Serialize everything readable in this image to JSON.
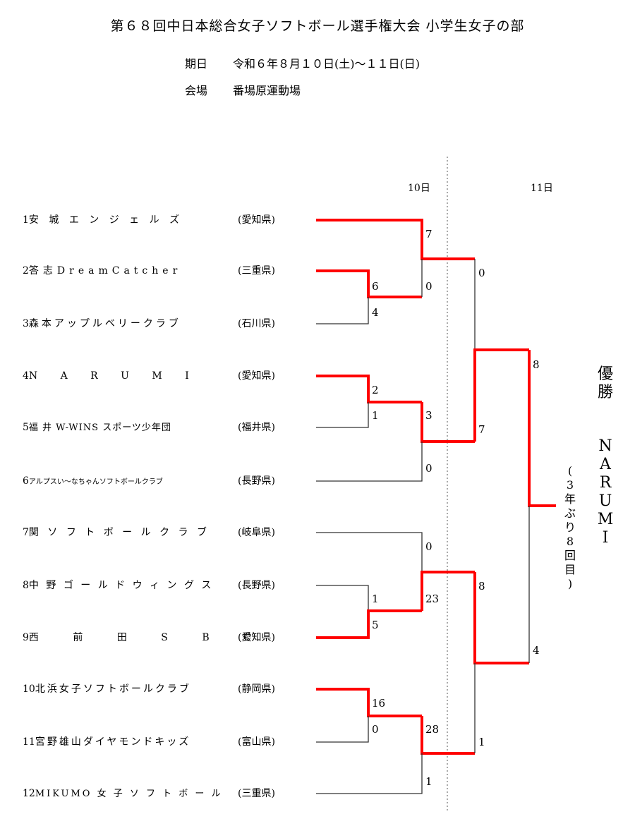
{
  "header": {
    "title": "第６８回中日本総合女子ソフトボール選手権大会 小学生女子の部",
    "date_label": "期日",
    "date_value": "令和６年８月１０日(土)～１１日(日)",
    "venue_label": "会場",
    "venue_value": "番場原運動場"
  },
  "days": {
    "day1": "10日",
    "day2": "11日"
  },
  "teams": [
    {
      "seed": "1",
      "name": "安 城 エ ン ジ ェ ル ズ",
      "pref": "(愛知県)"
    },
    {
      "seed": "2",
      "name": "答志DreamCatcher",
      "pref": "(三重県)"
    },
    {
      "seed": "3",
      "name": "森本アップルベリークラブ",
      "pref": "(石川県)"
    },
    {
      "seed": "4",
      "name": "N A R U M I",
      "pref": "(愛知県)"
    },
    {
      "seed": "5",
      "name": "福 井 W-WINS スポーツ少年団",
      "pref": "(福井県)"
    },
    {
      "seed": "6",
      "name": "アルプスい～なちゃんソフトボールクラブ",
      "pref": "(長野県)"
    },
    {
      "seed": "7",
      "name": "関 ソ フ ト ボ ー ル ク ラ ブ",
      "pref": "(岐阜県)"
    },
    {
      "seed": "8",
      "name": "中 野 ゴ ー ル ド ウ ィ ン グ ス",
      "pref": "(長野県)"
    },
    {
      "seed": "9",
      "name": "西 前 田 S B C",
      "pref": "(愛知県)"
    },
    {
      "seed": "10",
      "name": "北浜女子ソフトボールクラブ",
      "pref": "(静岡県)"
    },
    {
      "seed": "11",
      "name": "宮野雄山ダイヤモンドキッズ",
      "pref": "(富山県)"
    },
    {
      "seed": "12",
      "name": "MIKUMO 女 子 ソ フ ト ボ ー ル",
      "pref": "(三重県)"
    }
  ],
  "scores": {
    "r1_2v3": [
      "6",
      "4"
    ],
    "r1_4v5": [
      "2",
      "1"
    ],
    "r1_8v9": [
      "1",
      "5"
    ],
    "r1_10v11": [
      "16",
      "0"
    ],
    "r2_1v23": [
      "7",
      "0"
    ],
    "r2_45v6": [
      "3",
      "0"
    ],
    "r2_7v89": [
      "0",
      "23"
    ],
    "r2_1011v12": [
      "28",
      "1"
    ],
    "sf_top": [
      "0",
      "7"
    ],
    "sf_bottom": [
      "8",
      "1"
    ],
    "final": [
      "8",
      "4"
    ]
  },
  "result": {
    "champion_label": "優勝",
    "champion_name": "NARUMI",
    "note": "(3年ぶり8回目)"
  },
  "colors": {
    "win": "#ff0000",
    "line": "#333333"
  }
}
